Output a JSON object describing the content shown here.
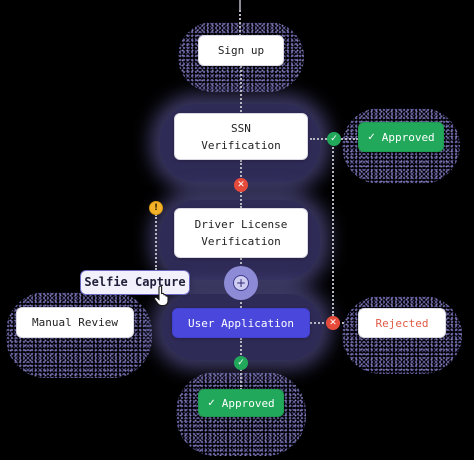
{
  "nodes": {
    "signup": "Sign up",
    "ssn": "SSN\nVerification",
    "ssn_approved": "Approved",
    "driver_license": "Driver License\nVerification",
    "selfie": "Selfie Capture",
    "manual_review": "Manual Review",
    "user_application": "User Application",
    "rejected": "Rejected",
    "final_approved": "Approved"
  },
  "icons": {
    "check": "check-icon",
    "cross": "cross-icon",
    "warning": "warning-icon",
    "plus": "plus-icon",
    "cursor": "hand-pointer-icon"
  },
  "colors": {
    "approved": "#22a85a",
    "rejected": "#e05a45",
    "primary": "#4a47dc",
    "warning": "#f3b22a"
  }
}
